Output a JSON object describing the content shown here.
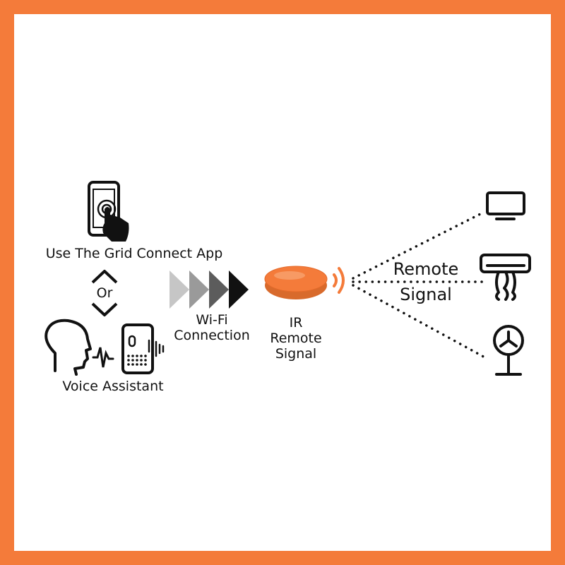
{
  "colors": {
    "frame": "#f47b3a",
    "accent": "#f47b3a",
    "ink": "#111111"
  },
  "labels": {
    "app": "Use The Grid Connect App",
    "or": "Or",
    "voice": "Voice Assistant",
    "wifi_line1": "Wi-Fi",
    "wifi_line2": "Connection",
    "ir_line1": "IR",
    "ir_line2": "Remote",
    "ir_line3": "Signal",
    "remote_line1": "Remote",
    "remote_line2": "Signal"
  },
  "icons": {
    "phone": "smartphone-touch-icon",
    "up": "chevron-up-icon",
    "down": "chevron-down-icon",
    "head": "speaking-head-icon",
    "speaker": "smart-speaker-icon",
    "hub": "ir-hub-icon",
    "tv": "tv-icon",
    "ac": "air-conditioner-icon",
    "fan": "fan-icon"
  }
}
